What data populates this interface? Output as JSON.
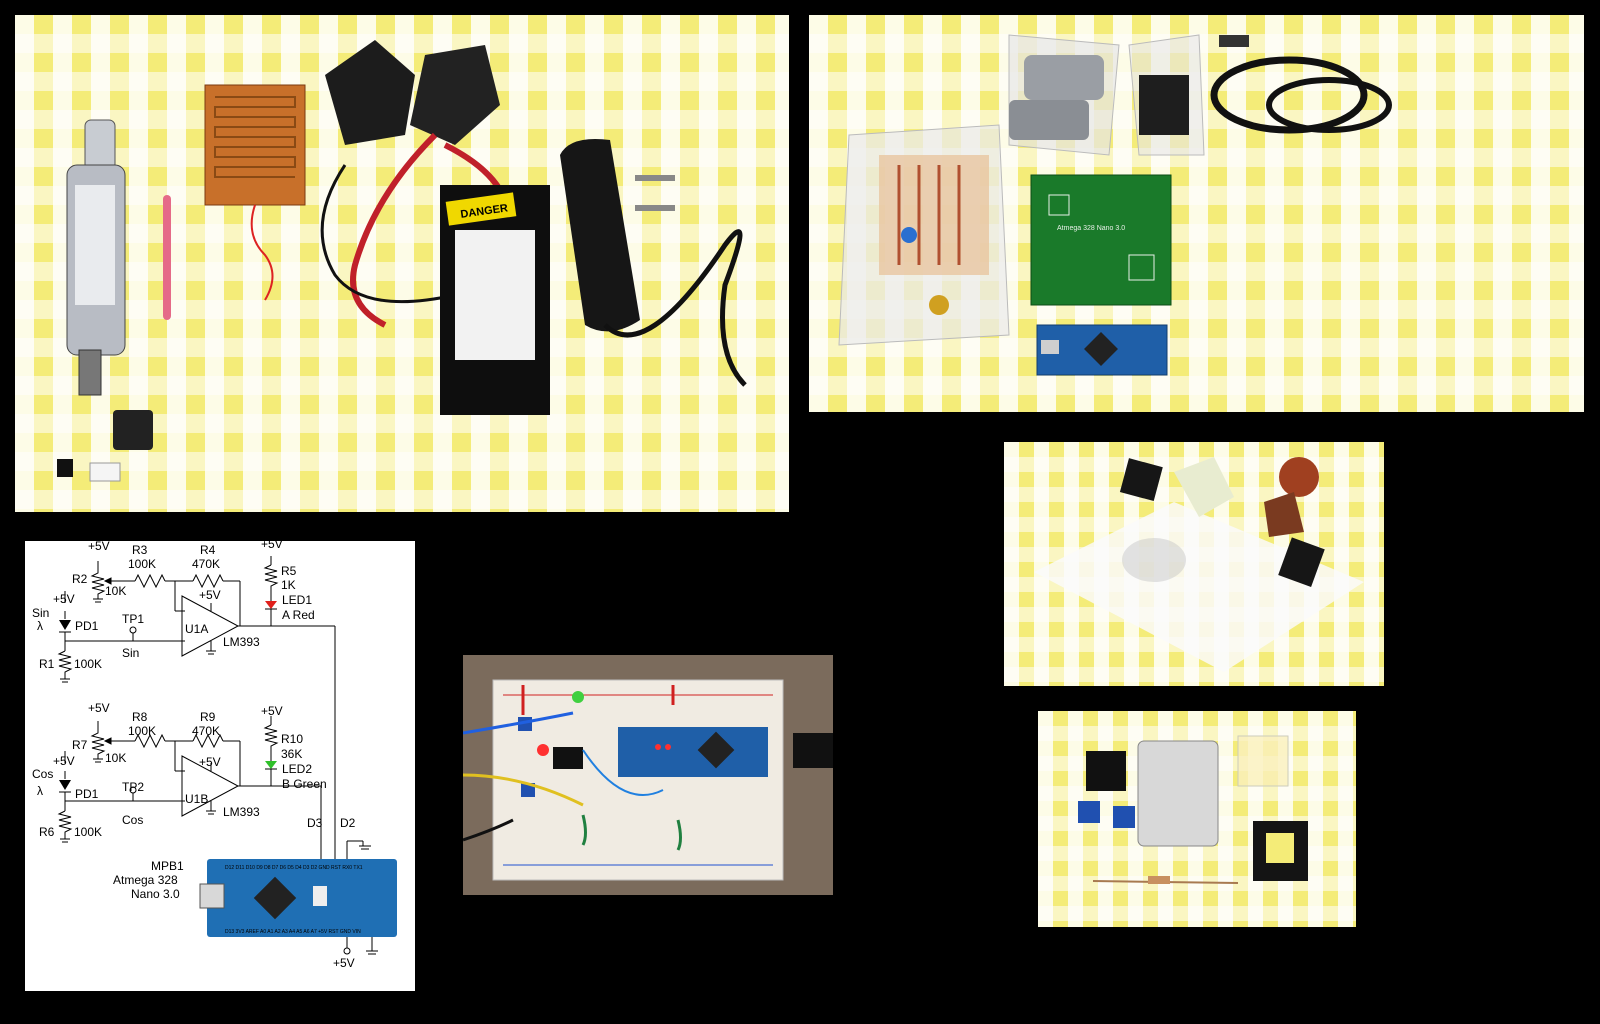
{
  "schematic": {
    "ch_a": {
      "pot_label": "R2",
      "pot_value": "10K",
      "r_in_label": "R3",
      "r_in_value": "100K",
      "r_fb_label": "R4",
      "r_fb_value": "470K",
      "r_led_label": "R5",
      "r_led_value": "1K",
      "led_label": "LED1",
      "led_desc": "A Red",
      "pd_label": "PD1",
      "pd_name": "Sin",
      "lambda": "λ",
      "tp_label": "TP1",
      "tp_name": "Sin",
      "r_load_label": "R1",
      "r_load_value": "100K",
      "amp_label": "U1A",
      "amp_part": "LM393",
      "led_color": "#e0201c"
    },
    "ch_b": {
      "pot_label": "R7",
      "pot_value": "10K",
      "r_in_label": "R8",
      "r_in_value": "100K",
      "r_fb_label": "R9",
      "r_fb_value": "470K",
      "r_led_label": "R10",
      "r_led_value": "36K",
      "led_label": "LED2",
      "led_desc": "B Green",
      "pd_label": "PD1",
      "pd_name": "Cos",
      "lambda": "λ",
      "tp_label": "TP2",
      "tp_name": "Cos",
      "r_load_label": "R6",
      "r_load_value": "100K",
      "amp_label": "U1B",
      "amp_part": "LM393",
      "led_color": "#2fc02a"
    },
    "supply": "+5V",
    "pin_d3": "D3",
    "pin_d2": "D2",
    "mcu": {
      "ref": "MPB1",
      "chip": "Atmega 328",
      "board": "Nano 3.0",
      "color": "#1f6fb4"
    }
  },
  "board_silkscreen": {
    "pcb_title": "Atmega 328 Nano 3.0",
    "laser_label": "DANGER"
  },
  "colors": {
    "background": "#000000",
    "cloth_yellow": "#f4ec78",
    "cloth_white": "#ffffff"
  }
}
